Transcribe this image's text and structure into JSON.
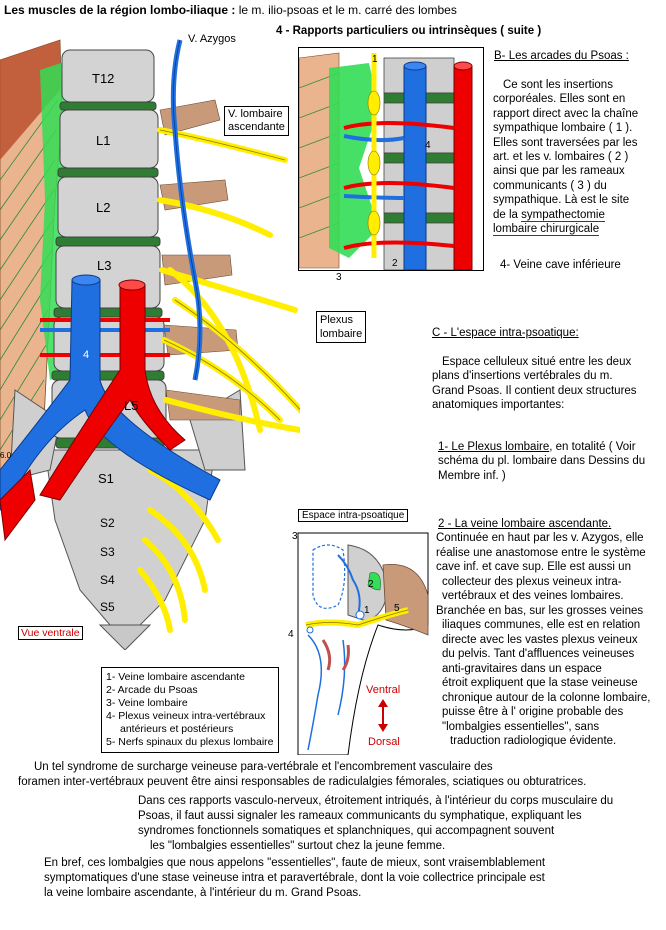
{
  "header": {
    "title_part1": "Les muscles de la  région lombo-iliaque : ",
    "title_part2": "le m. ilio-psoas et le m. carré des lombes",
    "subtitle": "4 - Rapports   particuliers ou intrinsèques  ( suite )"
  },
  "figure_main": {
    "vertebrae": [
      "T12",
      "L1",
      "L2",
      "L3",
      "L5",
      "S1",
      "S2",
      "S3",
      "S4",
      "S5"
    ],
    "label_azygos": "V. Azygos",
    "label_lombaire_asc": "V. lombaire\nascendante",
    "label_plexus": "Plexus\nlombaire",
    "label_ventral_view": "Vue ventrale",
    "num_4": "4",
    "num_60": "6.0",
    "colors": {
      "vein": "#1f6fe0",
      "artery": "#ee0000",
      "nerve": "#ffee00",
      "bone": "#d0d0d0",
      "disc": "#2e7d32",
      "muscle": "#33dd55",
      "quadratus": "#e9b48e"
    }
  },
  "figure_inset": {
    "nums": [
      "1",
      "2",
      "3",
      "4"
    ]
  },
  "section_b": {
    "heading": "B- Les arcades du Psoas :",
    "para": [
      "Ce sont les insertions",
      "corporéales. Elles sont en",
      "rapport direct avec la chaîne",
      "sympathique lombaire ( 1 ).",
      "Elles sont traversées par les",
      "art. et les v. lombaires ( 2 )",
      "ainsi que par les rameaux",
      "communicants  ( 3 )  du",
      "sympathique. Là est le site",
      "de la "
    ],
    "highlight1": "sympathectomie",
    "highlight2": "lombaire chirurgicale",
    "note4": "4- Veine cave inférieure"
  },
  "section_c": {
    "heading": "C - L'espace intra-psoatique:",
    "para": [
      "Espace celluleux situé entre les deux",
      "plans d'insertions vertébrales du m.",
      "Grand Psoas. Il contient deux structures",
      "anatomiques importantes:"
    ],
    "item1_title": "1- Le Plexus lombaire",
    "item1_rest": ", en totalité ( Voir",
    "item1_lines": [
      "schéma du pl. lombaire dans Dessins du",
      "Membre inf. )"
    ],
    "item2_title": "2 - La veine lombaire ascendante.",
    "item2_lines": [
      "Continuée en haut par les v. Azygos, elle",
      "réalise une anastomose entre le système",
      "cave inf. et cave sup. Elle est  aussi   un",
      "collecteur des plexus veineux  intra-",
      "vertébraux et des veines lombaires.",
      "Branchée en bas, sur les grosses veines",
      "iliaques communes, elle est en relation",
      "directe avec les vastes plexus veineux",
      "du pelvis. Tant d'affluences veineuses",
      "anti-gravitaires dans un espace",
      "étroit expliquent  que  la stase veineuse",
      "chronique autour de la colonne lombaire,",
      "puisse être à l' origine probable des",
      "\"lombalgies essentielles\",  sans",
      "traduction radiologique évidente."
    ]
  },
  "figure_space": {
    "title": "Espace intra-psoatique",
    "nums": [
      "3",
      "2",
      "1",
      "5",
      "4"
    ],
    "ventral": "Ventral",
    "dorsal": "Dorsal"
  },
  "legend": [
    "1- Veine lombaire ascendante",
    "2- Arcade du Psoas",
    "3- Veine lombaire",
    "4- Plexus veineux intra-vertébraux",
    "    antérieurs et postérieurs",
    "5- Nerfs spinaux du plexus lombaire"
  ],
  "bottom": [
    "Un tel syndrome de surcharge veineuse para-vertébrale et  l'encombrement vasculaire des",
    "foramen   inter-vertébraux  peuvent être ainsi responsables de radiculalgies fémorales, sciatiques ou obturatrices.",
    "Dans ces rapports vasculo-nerveux, étroitement intriqués, à l'intérieur du corps musculaire du",
    "Psoas, il faut aussi signaler les rameaux communicants du symphatique, expliquant les",
    "syndromes  fonctionnels somatiques et splanchniques, qui accompagnent  souvent",
    "les \"lombalgies essentielles\"  surtout chez la jeune femme.",
    "En bref, ces  lombalgies que nous appelons \"essentielles\", faute de mieux, sont vraisemblablement",
    "symptomatiques d'une stase veineuse intra et paravertébrale, dont la voie collectrice principale est",
    "la veine lombaire ascendante, à l'intérieur du m. Grand Psoas."
  ]
}
